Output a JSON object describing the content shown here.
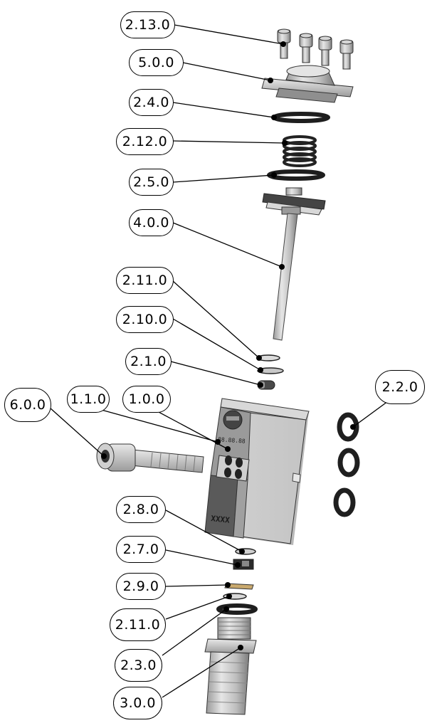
{
  "callouts": [
    {
      "id": "c-2-13-0",
      "text": "2.13.0"
    },
    {
      "id": "c-5-0-0",
      "text": "5.0.0"
    },
    {
      "id": "c-2-4-0",
      "text": "2.4.0"
    },
    {
      "id": "c-2-12-0",
      "text": "2.12.0"
    },
    {
      "id": "c-2-5-0",
      "text": "2.5.0"
    },
    {
      "id": "c-4-0-0",
      "text": "4.0.0"
    },
    {
      "id": "c-2-11-0-top",
      "text": "2.11.0"
    },
    {
      "id": "c-2-10-0",
      "text": "2.10.0"
    },
    {
      "id": "c-2-1-0",
      "text": "2.1.0"
    },
    {
      "id": "c-2-2-0",
      "text": "2.2.0"
    },
    {
      "id": "c-6-0-0",
      "text": "6.0.0"
    },
    {
      "id": "c-1-1-0",
      "text": "1.1.0"
    },
    {
      "id": "c-1-0-0",
      "text": "1.0.0"
    },
    {
      "id": "c-2-8-0",
      "text": "2.8.0"
    },
    {
      "id": "c-2-7-0",
      "text": "2.7.0"
    },
    {
      "id": "c-2-9-0",
      "text": "2.9.0"
    },
    {
      "id": "c-2-11-0-bottom",
      "text": "2.11.0"
    },
    {
      "id": "c-2-3-0",
      "text": "2.3.0"
    },
    {
      "id": "c-3-0-0",
      "text": "3.0.0"
    }
  ],
  "body_marking": "XXXX"
}
